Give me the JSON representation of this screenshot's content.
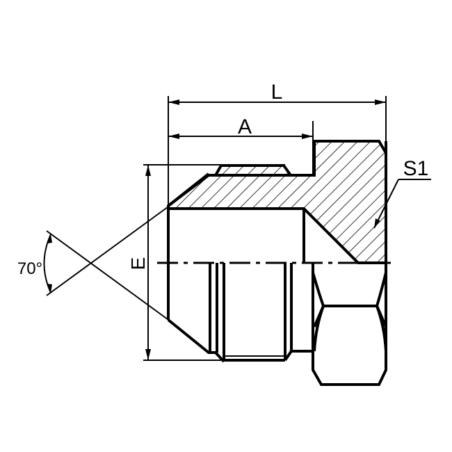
{
  "drawing": {
    "type": "technical-drawing",
    "subject": "hydraulic fitting plug (half-section view)",
    "colors": {
      "line": "#000000",
      "background": "#ffffff"
    },
    "dimensions": {
      "L": {
        "label": "L"
      },
      "A": {
        "label": "A"
      },
      "E": {
        "label": "E"
      },
      "S1": {
        "label": "S1"
      },
      "angle": {
        "label": "70°",
        "value": 70,
        "unit": "degrees"
      }
    },
    "centerline": "dash-dot axis"
  }
}
